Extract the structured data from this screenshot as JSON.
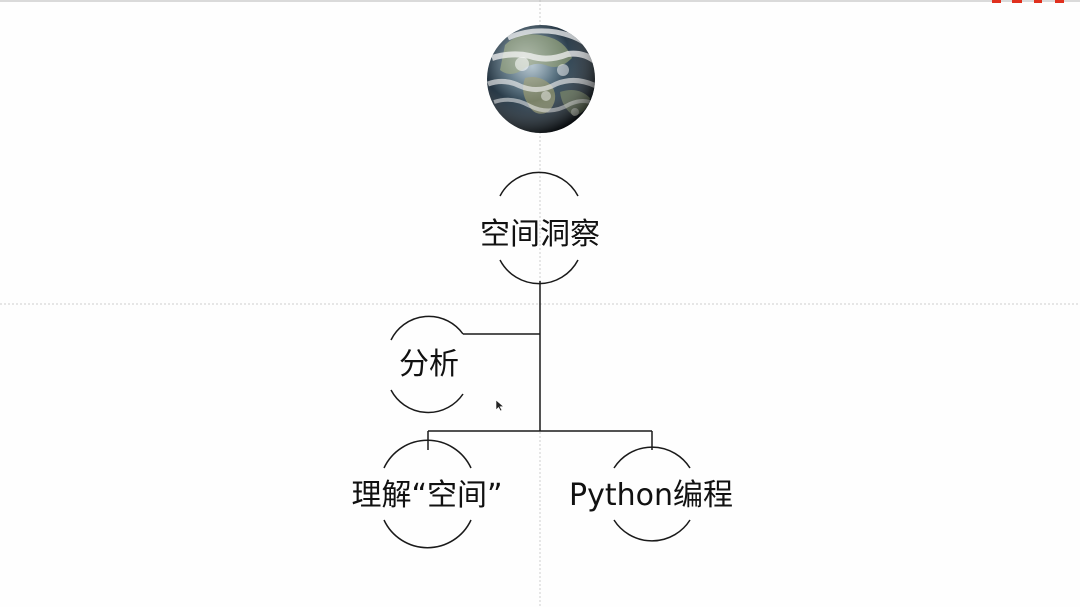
{
  "diagram": {
    "root": {
      "label": "空间洞察"
    },
    "branch": {
      "label": "分析"
    },
    "children": [
      {
        "label": "理解“空间”"
      },
      {
        "label": "Python编程"
      }
    ]
  },
  "colors": {
    "background": "#fefefe",
    "line": "#1a1a1a",
    "guide": "#c8c8c8",
    "text": "#111111",
    "corner_mark": "#e0301e"
  },
  "icons": {
    "top": "earth-globe-icon",
    "pointer": "mouse-cursor-icon"
  }
}
